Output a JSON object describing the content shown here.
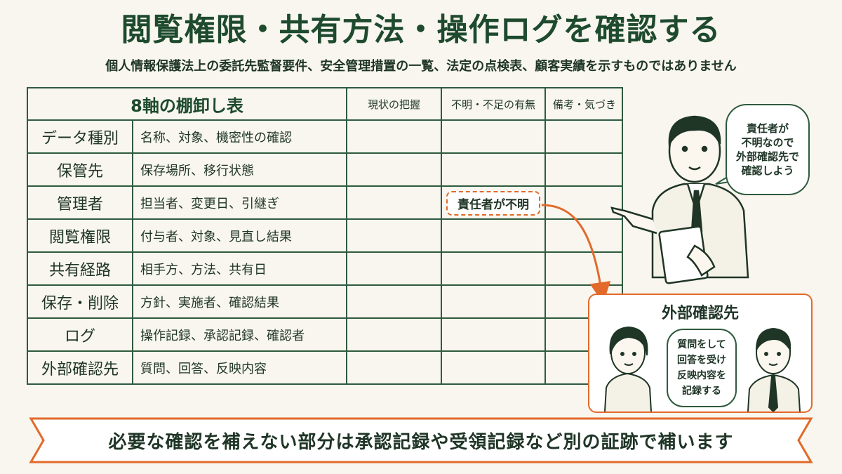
{
  "title": "閲覧権限・共有方法・操作ログを確認する",
  "subtitle": "個人情報保護法上の委託先監督要件、安全管理措置の一覧、法定の点検表、顧客実績を示すものではありません",
  "table": {
    "header": {
      "main": "8軸の棚卸し表",
      "col1": "現状の把握",
      "col2": "不明・不足の有無",
      "col3": "備考・気づき"
    },
    "rows": [
      {
        "axis": "データ種別",
        "items": "名称、対象、機密性の確認"
      },
      {
        "axis": "保管先",
        "items": "保存場所、移行状態"
      },
      {
        "axis": "管理者",
        "items": "担当者、変更日、引継ぎ"
      },
      {
        "axis": "閲覧権限",
        "items": "付与者、対象、見直し結果"
      },
      {
        "axis": "共有経路",
        "items": "相手方、方法、共有日"
      },
      {
        "axis": "保存・削除",
        "items": "方針、実施者、確認結果"
      },
      {
        "axis": "ログ",
        "items": "操作記録、承認記録、確認者"
      },
      {
        "axis": "外部確認先",
        "items": "質問、回答、反映内容"
      }
    ],
    "callout": "責任者が不明"
  },
  "speech": {
    "lines": [
      "責任者が",
      "不明なので",
      "外部確認先で",
      "確認しよう"
    ]
  },
  "external": {
    "title": "外部確認先",
    "lines": [
      "質問をして",
      "回答を受け",
      "反映内容を",
      "記録する"
    ]
  },
  "banner": "必要な確認を補えない部分は承認記録や受領記録など別の証跡で補います",
  "colors": {
    "accent_green": "#2f5a3e",
    "accent_orange": "#e26a2a",
    "background": "#f8f6ef"
  }
}
